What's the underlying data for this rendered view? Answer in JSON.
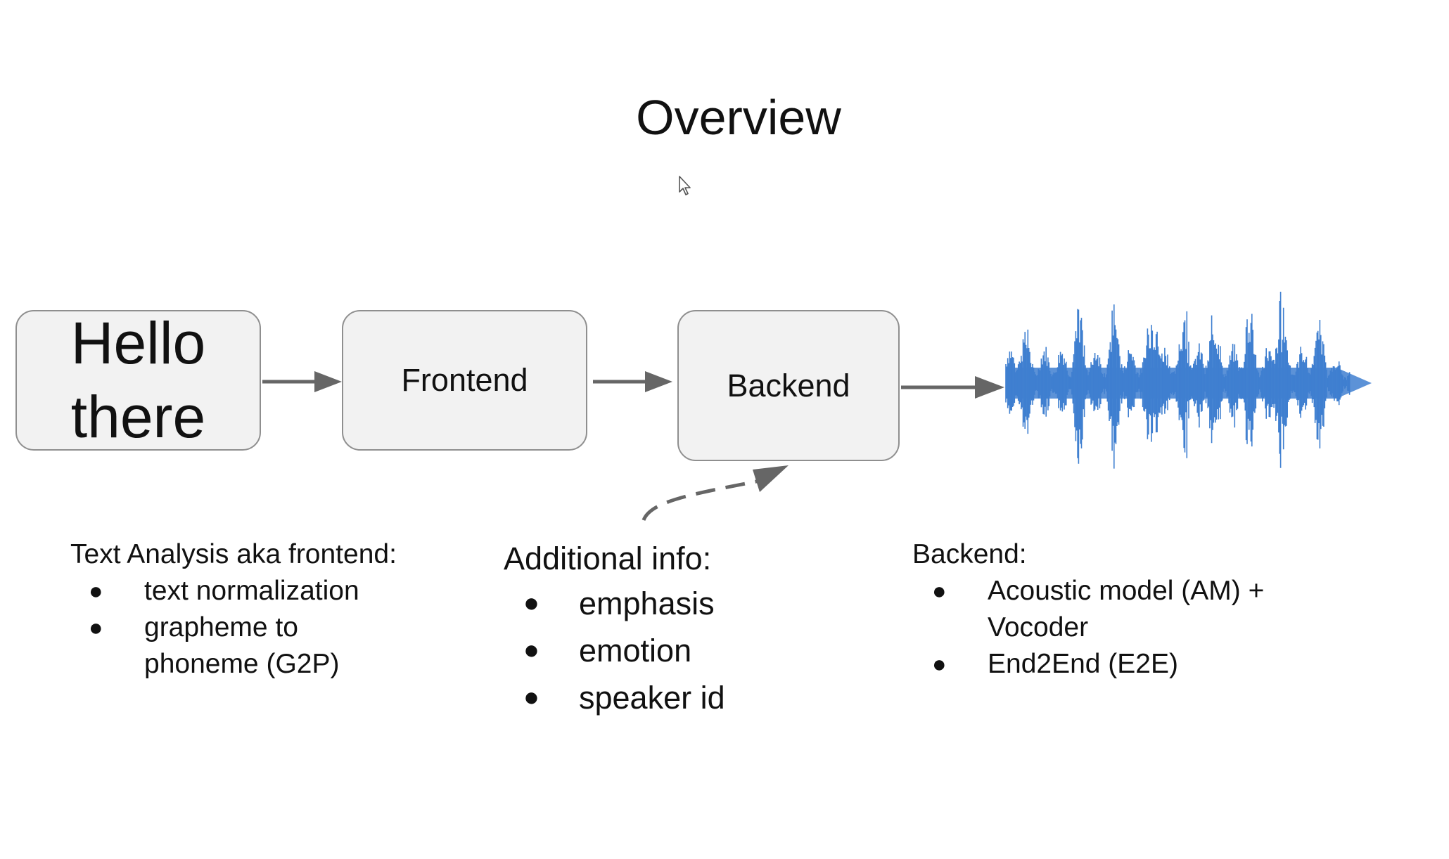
{
  "slide": {
    "title": "Overview"
  },
  "pipeline": {
    "input_text": "Hello there",
    "frontend_label": "Frontend",
    "backend_label": "Backend"
  },
  "frontend_notes": {
    "heading": "Text Analysis aka frontend:",
    "items": [
      "text normalization",
      "grapheme to phoneme (G2P)"
    ]
  },
  "additional_info": {
    "heading": "Additional info:",
    "items": [
      "emphasis",
      "emotion",
      "speaker id"
    ]
  },
  "backend_notes": {
    "heading": "Backend:",
    "items": [
      "Acoustic model (AM) + Vocoder",
      "End2End (E2E)"
    ]
  },
  "colors": {
    "node_fill": "#f2f2f2",
    "node_border": "#8f8f8f",
    "arrow": "#666666",
    "waveform": "#3f7fd0"
  },
  "icons": {
    "cursor": "mouse-pointer-icon",
    "bullet": "bullet-dot"
  }
}
